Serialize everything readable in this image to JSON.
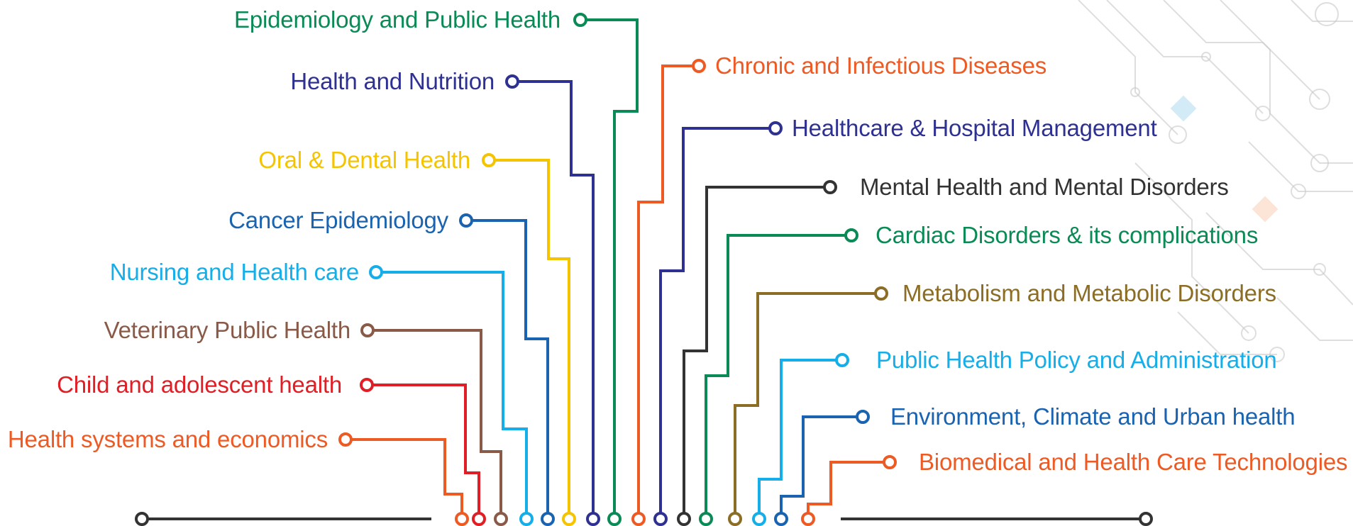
{
  "topics_left": [
    {
      "label": "Epidemiology and Public Health",
      "color": "#0a8a55"
    },
    {
      "label": "Health and Nutrition",
      "color": "#2e3192"
    },
    {
      "label": "Oral & Dental Health",
      "color": "#f5c400"
    },
    {
      "label": "Cancer Epidemiology",
      "color": "#1a63b0"
    },
    {
      "label": "Nursing and Health care",
      "color": "#15aee8"
    },
    {
      "label": "Veterinary Public Health",
      "color": "#8a5a48"
    },
    {
      "label": "Child and adolescent health",
      "color": "#e01e25"
    },
    {
      "label": "Health systems and economics",
      "color": "#ee5a24"
    }
  ],
  "topics_right": [
    {
      "label": "Chronic and Infectious Diseases",
      "color": "#ee5a24"
    },
    {
      "label": "Healthcare & Hospital Management",
      "color": "#2e3192"
    },
    {
      "label": "Mental Health and Mental Disorders",
      "color": "#333333"
    },
    {
      "label": "Cardiac Disorders & its complications",
      "color": "#0a8a55"
    },
    {
      "label": "Metabolism and Metabolic Disorders",
      "color": "#8c6d25"
    },
    {
      "label": "Public Health Policy and Administration",
      "color": "#15aee8"
    },
    {
      "label": "Environment, Climate and Urban health",
      "color": "#1a63b0"
    },
    {
      "label": "Biomedical and Health Care Technologies",
      "color": "#ee5a24"
    }
  ],
  "baseline_color": "#333333",
  "decor_color": "#c8c8c8"
}
